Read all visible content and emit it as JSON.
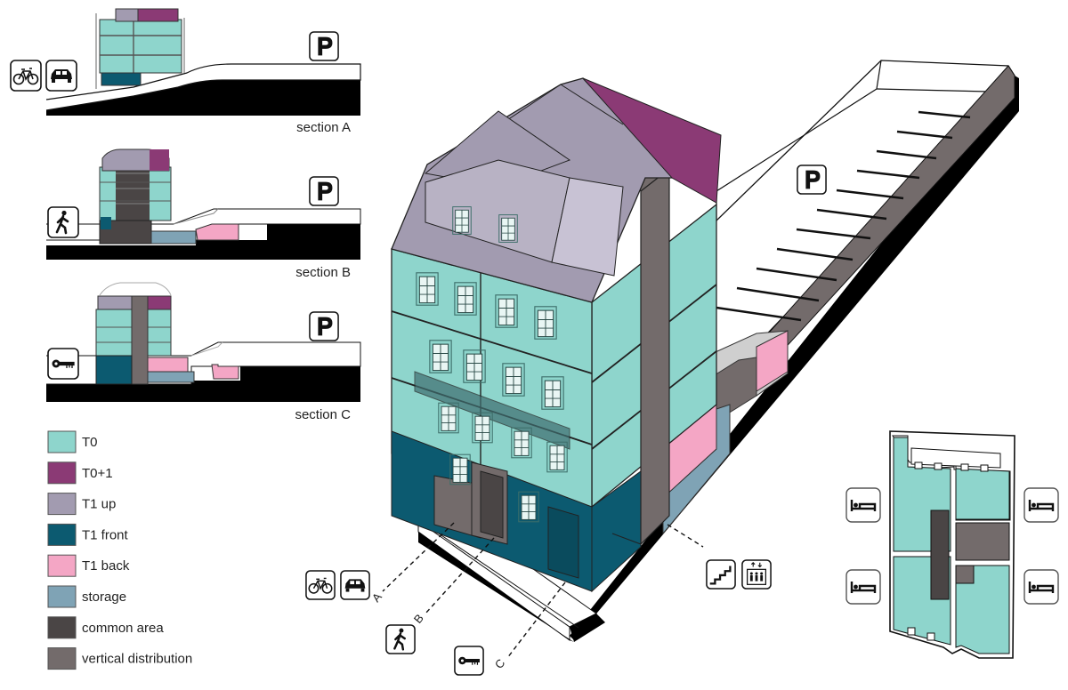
{
  "sections": [
    {
      "label": "section A",
      "icons": [
        "bicycle-icon",
        "car-icon"
      ]
    },
    {
      "label": "section B",
      "icons": [
        "pedestrian-icon"
      ]
    },
    {
      "label": "section C",
      "icons": [
        "key-icon"
      ]
    }
  ],
  "parking_sign": "P",
  "legend": [
    {
      "label": "T0",
      "color": "#8ed5cc"
    },
    {
      "label": "T0+1",
      "color": "#8b3a75"
    },
    {
      "label": "T1 up",
      "color": "#a29bb0"
    },
    {
      "label": "T1 front",
      "color": "#0c5a70"
    },
    {
      "label": "T1 back",
      "color": "#f4a6c5"
    },
    {
      "label": "storage",
      "color": "#7fa3b5"
    },
    {
      "label": "common area",
      "color": "#4a4545"
    },
    {
      "label": "vertical distribution",
      "color": "#736b6b"
    }
  ],
  "entrances": [
    {
      "letter": "A",
      "icons": [
        "bicycle-icon",
        "car-icon"
      ]
    },
    {
      "letter": "B",
      "icons": [
        "pedestrian-icon"
      ]
    },
    {
      "letter": "C",
      "icons": [
        "key-icon"
      ]
    }
  ],
  "circulation_icons": [
    "stairs-icon",
    "elevator-icon"
  ],
  "plan_icons": [
    "bed-icon",
    "bed-icon",
    "bed-icon",
    "bed-icon"
  ]
}
